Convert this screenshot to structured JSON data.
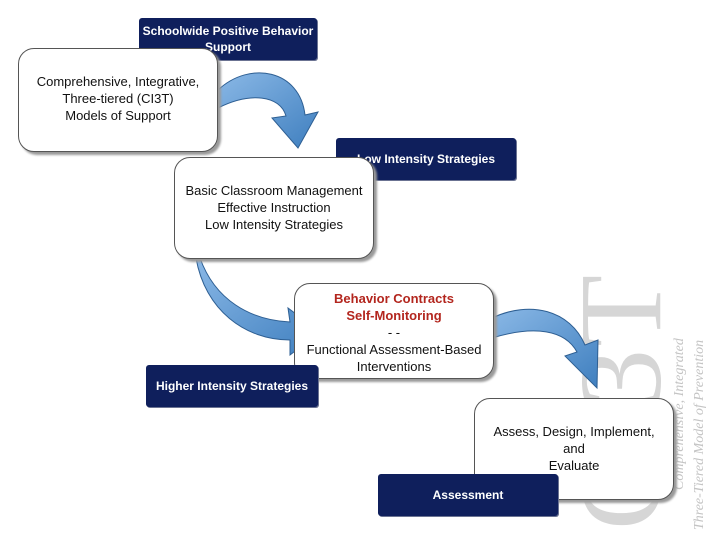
{
  "tags": {
    "swpbs": "Schoolwide Positive Behavior Support",
    "low": "Low Intensity Strategies",
    "higher": "Higher Intensity Strategies",
    "assessment": "Assessment"
  },
  "boxes": {
    "ci3t": [
      "Comprehensive, Integrative,",
      "Three-tiered (CI3T)",
      "Models of Support"
    ],
    "low": [
      "Basic Classroom Management",
      "Effective Instruction",
      "Low Intensity Strategies"
    ],
    "higher_red": [
      "Behavior Contracts",
      "Self-Monitoring",
      "- -"
    ],
    "higher": [
      "Functional Assessment-Based",
      "Interventions"
    ],
    "assess": [
      "Assess, Design, Implement,",
      "and",
      "Evaluate"
    ]
  },
  "watermark": {
    "logo": "CI3T",
    "line1": "Comprehensive, Integrated",
    "line2": "Three-Tiered Model of Prevention"
  },
  "colors": {
    "tag_bg": "#0f1f5c",
    "arrow": "#5b9bd5",
    "arrow_dark": "#2e5f93",
    "red_text": "#b3261e"
  }
}
